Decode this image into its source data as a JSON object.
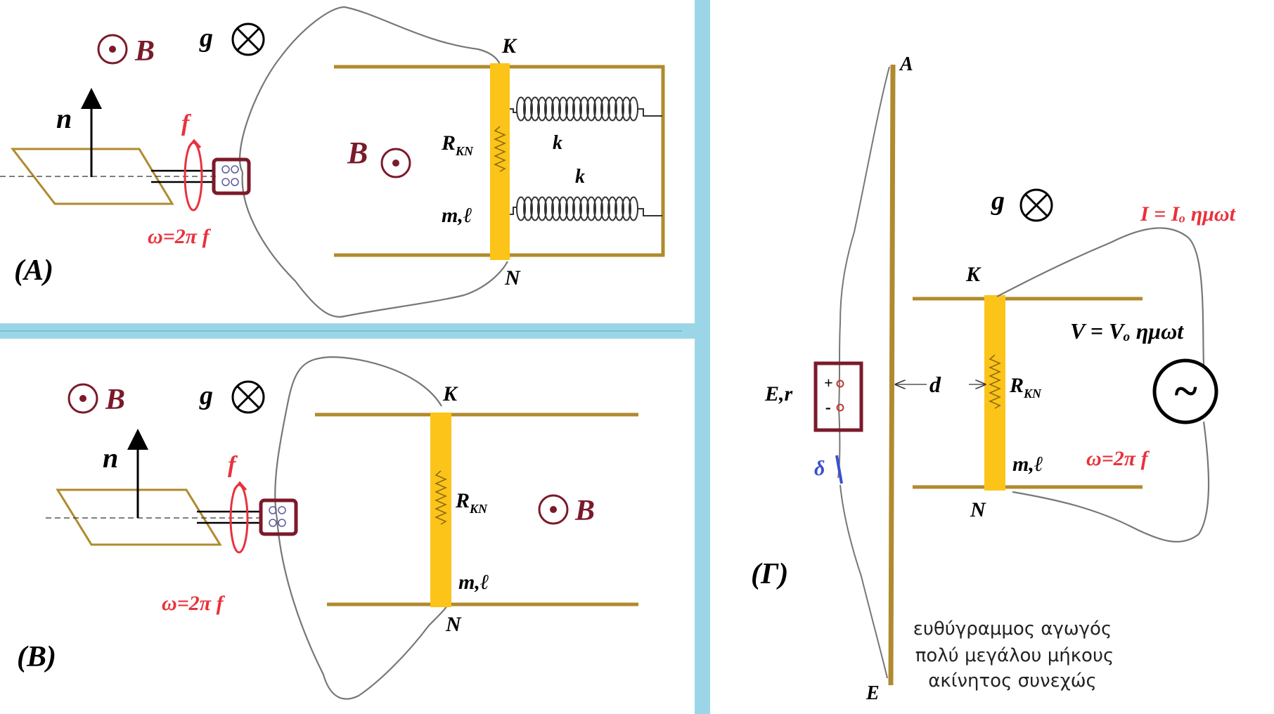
{
  "colors": {
    "rail": "#b08a2e",
    "rod": "#fcc419",
    "wire": "#777777",
    "divider": "#9bd6e8",
    "red": "#e8323c",
    "maroon": "#7b1a2a",
    "blue": "#3a4fd0",
    "black": "#000000"
  },
  "panel_a": {
    "label": "(A)",
    "b_left": "B",
    "b_field": "B",
    "g": "g",
    "n": "n",
    "f": "f",
    "omega": "ω=2π f",
    "k_top": "K",
    "n_bottom": "N",
    "r_kn": "R",
    "r_kn_sub": "KN",
    "spring_top": "k",
    "spring_bottom": "k",
    "mass": "m,ℓ"
  },
  "panel_b": {
    "label": "(B)",
    "b_left": "B",
    "b_field": "B",
    "g": "g",
    "n": "n",
    "f": "f",
    "omega": "ω=2π f",
    "k_top": "K",
    "n_bottom": "N",
    "r_kn": "R",
    "r_kn_sub": "KN",
    "mass": "m,ℓ"
  },
  "panel_c": {
    "label": "(Γ)",
    "a_top": "A",
    "e_bottom": "E",
    "battery": "E,r",
    "plus": "+",
    "minus": "-",
    "delta": "δ",
    "d": "d",
    "g": "g",
    "k_top": "K",
    "n_bottom": "N",
    "r_kn": "R",
    "r_kn_sub": "KN",
    "mass": "m,ℓ",
    "current": "I = Iₒ ημωt",
    "voltage": "V = Vₒ ημωt",
    "omega": "ω=2π f",
    "ac_symbol": "~",
    "caption_line1": "ευθύγραμμος αγωγός",
    "caption_line2": "πολύ μεγάλου μήκους",
    "caption_line3": "ακίνητος συνεχώς"
  }
}
